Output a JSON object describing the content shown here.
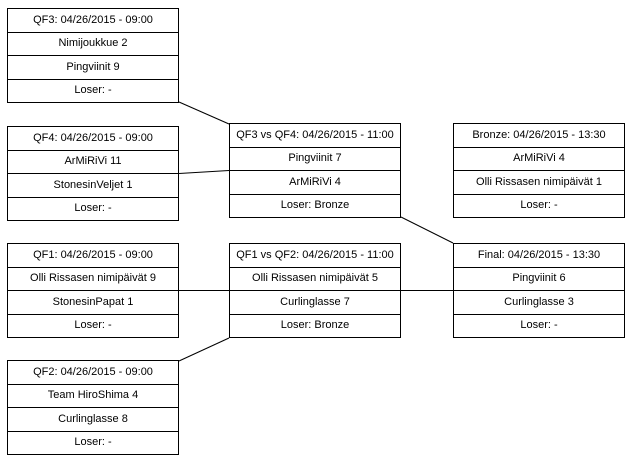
{
  "colors": {
    "background": "#ffffff",
    "border": "#000000",
    "text": "#000000"
  },
  "bracket": {
    "matches": [
      {
        "id": "qf3",
        "title": "QF3: 04/26/2015 - 09:00",
        "team1": "Nimijoukkue 2",
        "team2": "Pingviinit 9",
        "loser": "Loser: -"
      },
      {
        "id": "qf4",
        "title": "QF4: 04/26/2015 - 09:00",
        "team1": "ArMiRiVi 11",
        "team2": "StonesinVeljet 1",
        "loser": "Loser: -"
      },
      {
        "id": "qf3-vs-qf4",
        "title": "QF3 vs QF4: 04/26/2015 - 11:00",
        "team1": "Pingviinit 7",
        "team2": "ArMiRiVi 4",
        "loser": "Loser: Bronze"
      },
      {
        "id": "bronze",
        "title": "Bronze: 04/26/2015 - 13:30",
        "team1": "ArMiRiVi 4",
        "team2": "Olli Rissasen nimipäivät 1",
        "loser": "Loser: -"
      },
      {
        "id": "qf1",
        "title": "QF1: 04/26/2015 - 09:00",
        "team1": "Olli Rissasen nimipäivät 9",
        "team2": "StonesinPapat 1",
        "loser": "Loser: -"
      },
      {
        "id": "qf1-vs-qf2",
        "title": "QF1 vs QF2: 04/26/2015 - 11:00",
        "team1": "Olli Rissasen nimipäivät 5",
        "team2": "Curlinglasse 7",
        "loser": "Loser: Bronze"
      },
      {
        "id": "final",
        "title": "Final: 04/26/2015 - 13:30",
        "team1": "Pingviinit 6",
        "team2": "Curlinglasse 3",
        "loser": "Loser: -"
      },
      {
        "id": "qf2",
        "title": "QF2: 04/26/2015 - 09:00",
        "team1": "Team HiroShima 4",
        "team2": "Curlinglasse 8",
        "loser": "Loser: -"
      }
    ]
  }
}
